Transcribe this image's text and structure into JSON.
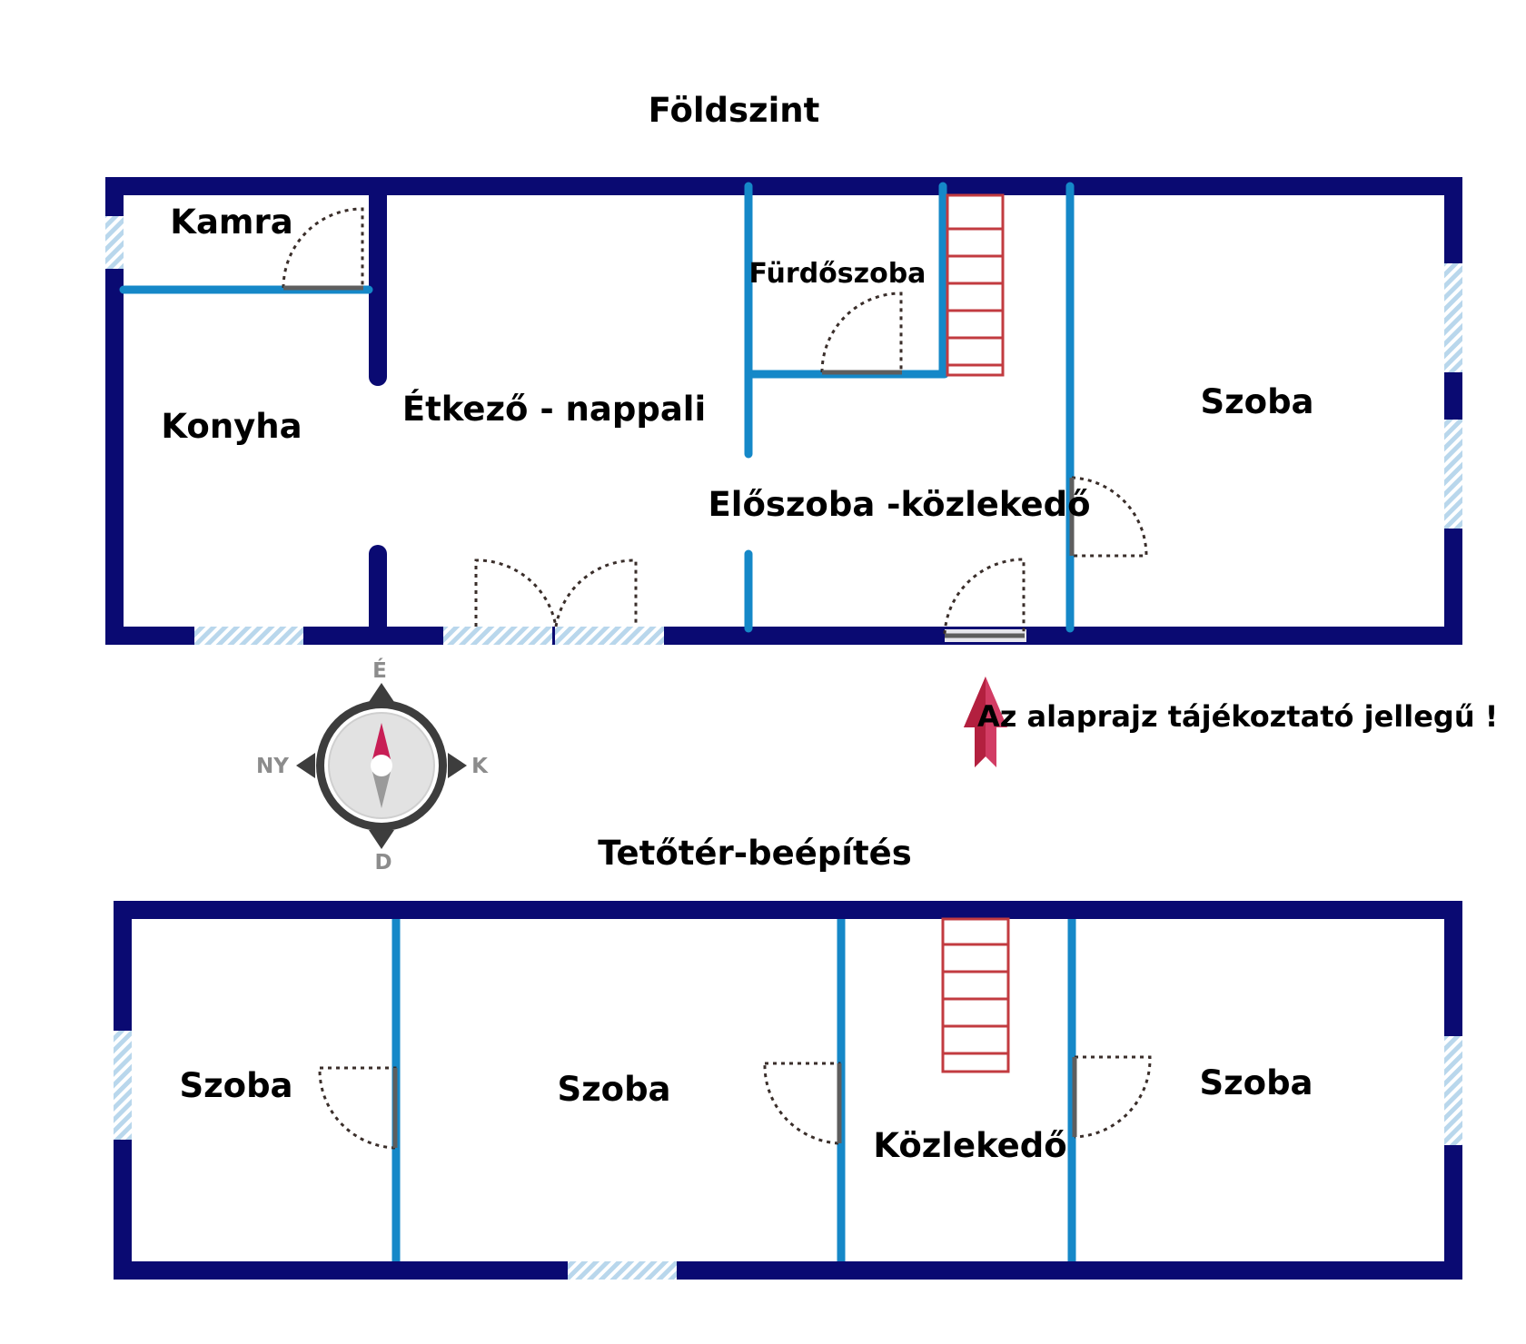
{
  "floors": {
    "ground": {
      "title": "Földszint",
      "rooms": {
        "kamra": "Kamra",
        "konyha": "Konyha",
        "etkezo": "Étkező - nappali",
        "furdo": "Fürdőszoba",
        "eloszoba": "Előszoba -közlekedő",
        "szoba": "Szoba"
      }
    },
    "attic": {
      "title": "Tetőtér-beépítés",
      "rooms": {
        "szoba1": "Szoba",
        "szoba2": "Szoba",
        "kozlekedo": "Közlekedő",
        "szoba3": "Szoba"
      }
    }
  },
  "disclaimer": "Az alaprajz tájékoztató jellegű !",
  "compass": {
    "north": "É",
    "south": "D",
    "east": "K",
    "west": "NY"
  },
  "colors": {
    "outer_wall": "#0a0a72",
    "inner_wall": "#1588c8",
    "window": "#a8cde6",
    "door_arc": "#3a2e2a",
    "door_leaf": "#5e5e5e",
    "stairs": "#c23b40",
    "arrow": "#d23c64",
    "compass_ring": "#3d3d3d",
    "needle_north": "#c81e55"
  },
  "icons": [
    "compass-icon",
    "entrance-arrow-icon",
    "stairs-icon"
  ]
}
